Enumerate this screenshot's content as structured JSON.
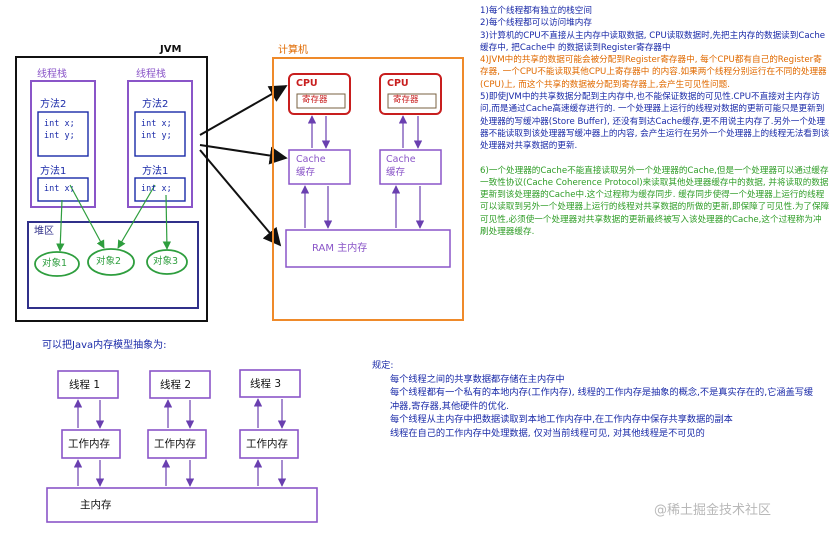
{
  "jvm": {
    "title": "JVM",
    "thread_stack_label": "线程栈",
    "method2_label": "方法2",
    "method1_label": "方法1",
    "int_x": "int x;",
    "int_y": "int y;",
    "heap_label": "堆区",
    "object1": "对象1",
    "object2": "对象2",
    "object3": "对象3"
  },
  "computer": {
    "title": "计算机",
    "cpu_label": "CPU",
    "register_label": "寄存器",
    "cache_label_line1": "Cache",
    "cache_label_line2": "缓存",
    "ram_label": "RAM 主内存"
  },
  "notes": [
    {
      "text": "1)每个线程都有独立的栈空间",
      "color": "blue"
    },
    {
      "text": "2)每个线程都可以访问堆内存",
      "color": "blue"
    },
    {
      "text": "3)计算机的CPU不直接从主内存中读取数据, CPU读取数据时,先把主内存的数据读到Cache缓存中, 把Cache中 的数据读到Register寄存器中",
      "color": "blue"
    },
    {
      "text": "4)JVM中的共享的数据可能会被分配到Register寄存器中, 每个CPU都有自己的Register寄存器, 一个CPU不能读取其他CPU上寄存器中 的内容.如果两个线程分别运行在不同的处理器(CPU)上, 而这个共享的数据被分配到寄存器上,会产生可见性问题.",
      "color": "orange"
    },
    {
      "text": "5)即使JVM中的共享数据分配到主内存中,也不能保证数据的可见性.CPU不直接对主内存访问,而是通过Cache高速缓存进行的. 一个处理器上运行的线程对数据的更新可能只是更新到处理器的写缓冲器(Store Buffer), 还没有到达Cache缓存,更不用说主内存了.另外一个处理器不能读取到该处理器写缓冲器上的内容, 会产生运行在另外一个处理器上的线程无法看到该处理器对共享数据的更新.",
      "color": "blue"
    },
    {
      "text": "6)一个处理器的Cache不能直接读取另外一个处理器的Cache,但是一个处理器可以通过缓存一致性协议(Cache Coherence Protocol)来读取其他处理器缓存中的数据, 并将读取的数据更新到该处理器的Cache中.这个过程称为缓存同步. 缓存同步使得一个处理器上运行的线程可以读取到另外一个处理器上运行的线程对共享数据的所做的更新,即保障了可见性.为了保障可见性,必须使一个处理器对共享数据的更新最终被写入该处理器的Cache,这个过程称为冲刷处理器缓存.",
      "color": "green"
    }
  ],
  "model": {
    "title": "可以把Java内存模型抽象为:",
    "thread1": "线程 1",
    "thread2": "线程 2",
    "thread3": "线程 3",
    "working_memory": "工作内存",
    "main_memory": "主内存"
  },
  "rules": {
    "title": "规定:",
    "lines": [
      "每个线程之间的共享数据都存储在主内存中",
      "每个线程都有一个私有的本地内存(工作内存), 线程的工作内存是抽象的概念,不是真实存在的,它涵盖写缓冲器,寄存器,其他硬件的优化.",
      "每个线程从主内存中把数据读取到本地工作内存中,在工作内存中保存共享数据的副本",
      "线程在自己的工作内存中处理数据, 仅对当前线程可见, 对其他线程是不可见的"
    ]
  },
  "watermark": "@稀土掘金技术社区",
  "colors": {
    "blue": "#1a2aa8",
    "orange": "#e06a00",
    "green": "#2f9d27",
    "purple": "#8a55c8",
    "heap_border": "#30308a",
    "red": "#c81e1e",
    "arrow_green": "#2e9e3e"
  }
}
